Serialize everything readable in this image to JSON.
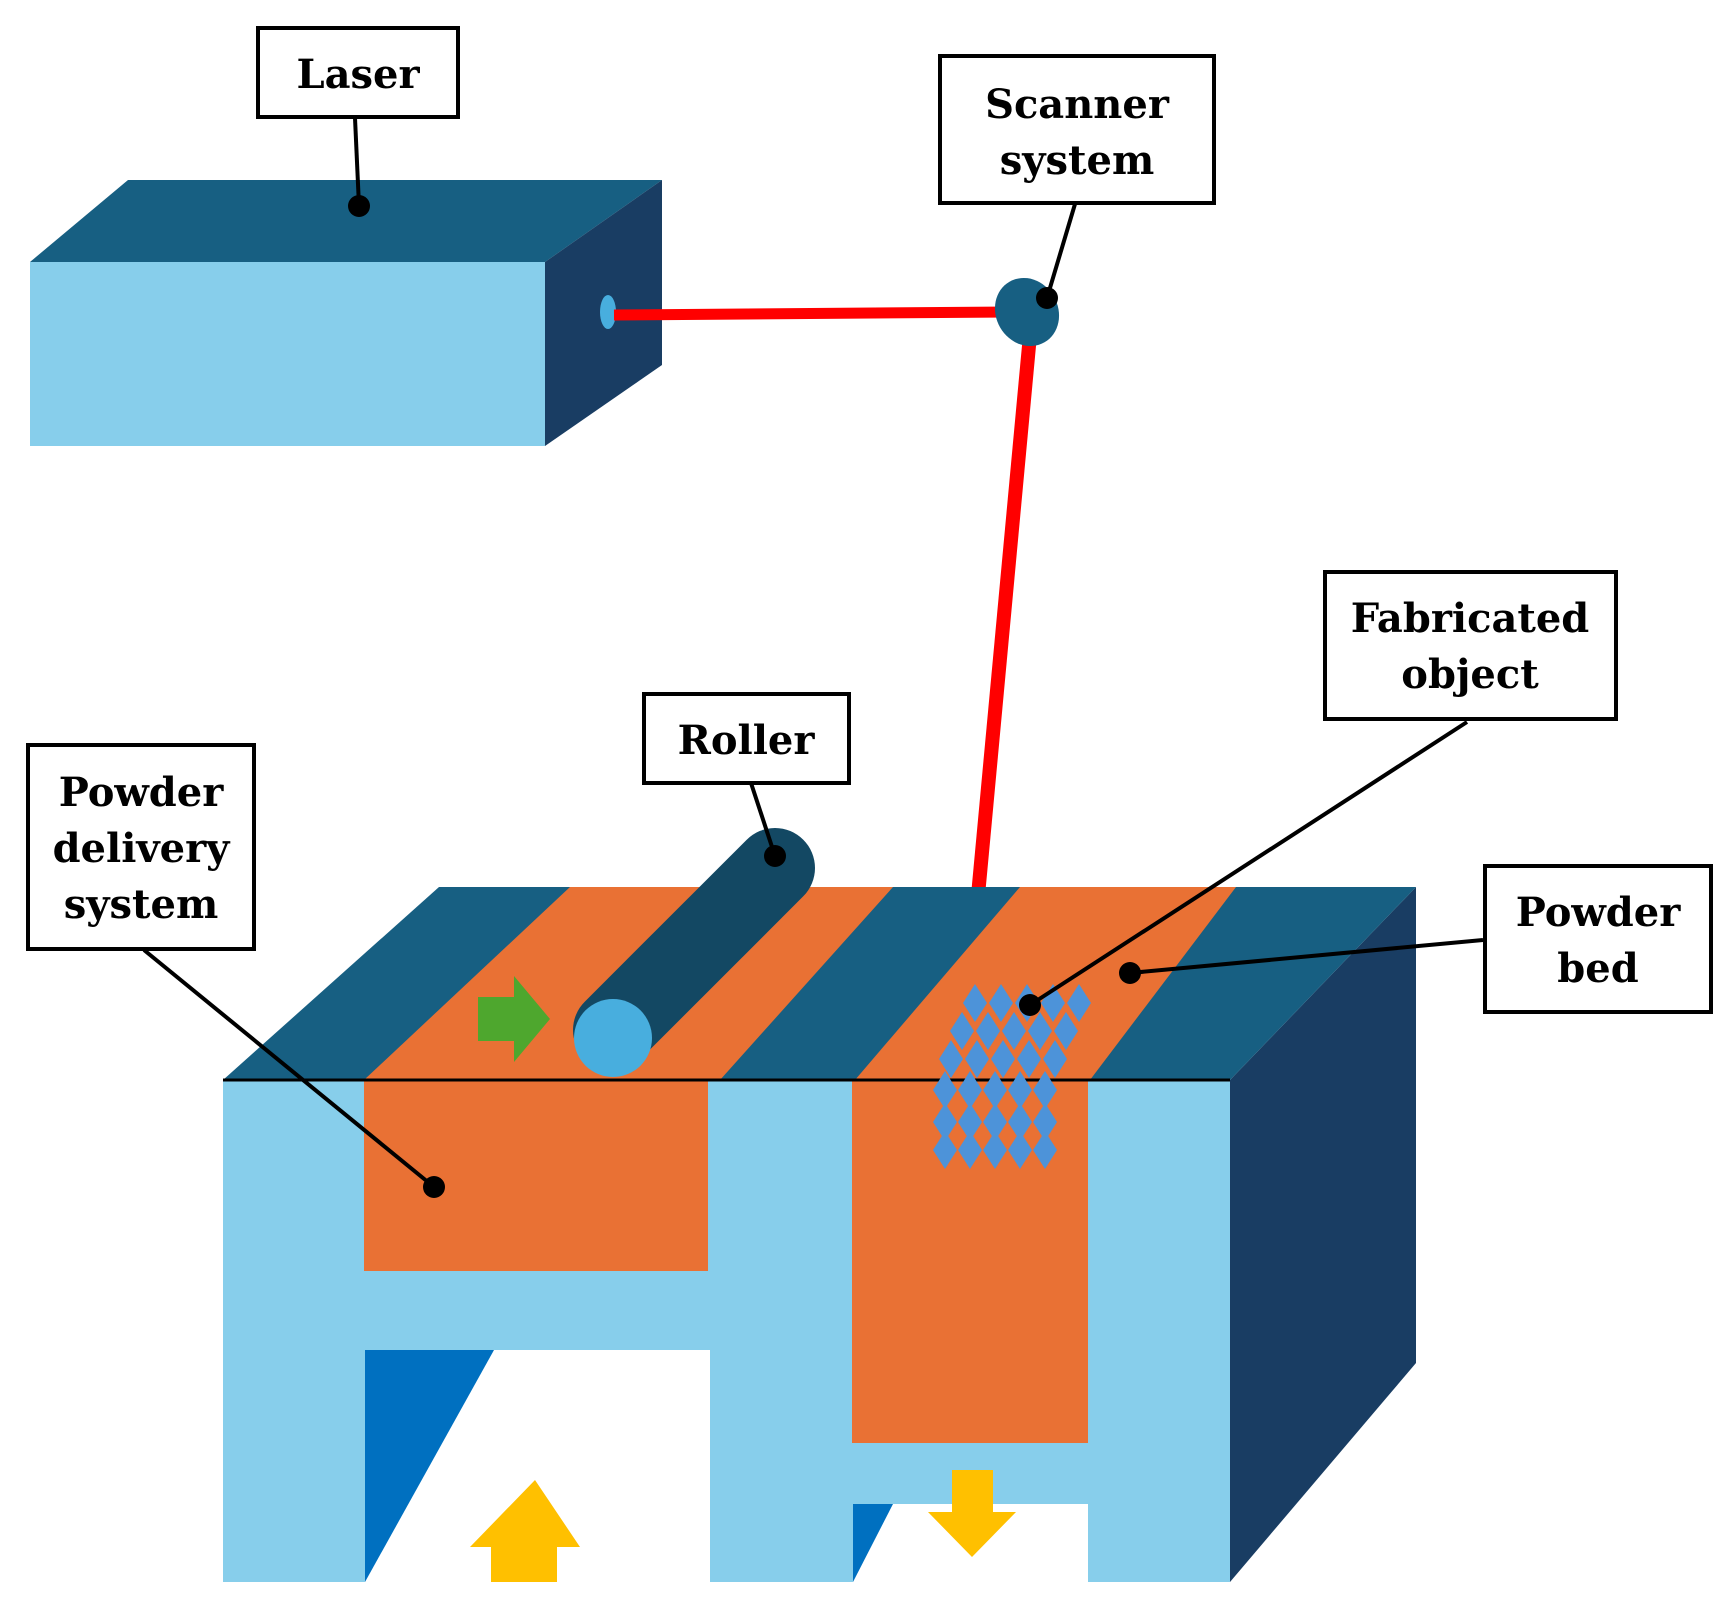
{
  "colors": {
    "light_blue": "#87CEEB",
    "dark_teal": "#175F82",
    "navy": "#193D63",
    "orange": "#E97134",
    "roller_dark": "#134863",
    "roller_end": "#48AEDE",
    "laser_beam": "#FF0000",
    "green_arrow": "#4EA72E",
    "yellow_arrow": "#FFC000",
    "blue_triangle": "#0070C0",
    "diamond": "#4D93D9"
  },
  "labels": {
    "laser": [
      "Laser"
    ],
    "scanner": [
      "Scanner",
      "system"
    ],
    "fabricated": [
      "Fabricated",
      "object"
    ],
    "roller": [
      "Roller"
    ],
    "powder_delivery": [
      "Powder",
      "delivery",
      "system"
    ],
    "powder_bed": [
      "Powder",
      "bed"
    ]
  },
  "icons": {
    "push_arrow": "arrow-right-icon",
    "piston_up": "arrow-up-icon",
    "piston_down": "arrow-down-icon"
  }
}
